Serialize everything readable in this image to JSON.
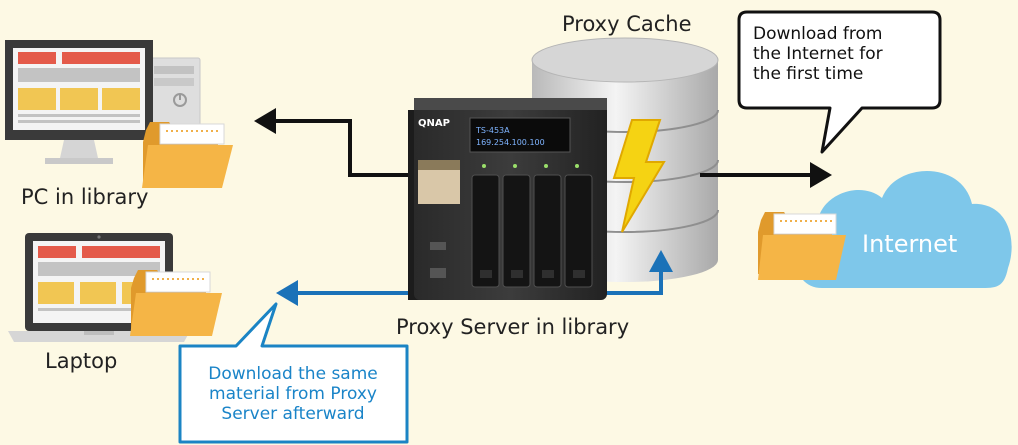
{
  "labels": {
    "proxy_cache": "Proxy Cache",
    "pc_in_library": "PC in library",
    "laptop": "Laptop",
    "proxy_server": "Proxy Server in library",
    "internet": "Internet"
  },
  "callouts": {
    "first_download": [
      "Download from",
      "the Internet for",
      "the first time"
    ],
    "later_download": [
      "Download the same",
      "material from Proxy",
      "Server afterward"
    ]
  },
  "nas_device": {
    "brand": "QNAP",
    "lcd_line1": "TS-453A",
    "lcd_line2": "169.254.100.100"
  },
  "colors": {
    "background": "#fdf9e4",
    "blue_arrow": "#1b72b8",
    "blue_callout_text": "#1a84c8",
    "black_arrow": "#111111",
    "cloud": "#7ec7ea",
    "folder": "#f2b04a",
    "lightning": "#f5d313"
  }
}
